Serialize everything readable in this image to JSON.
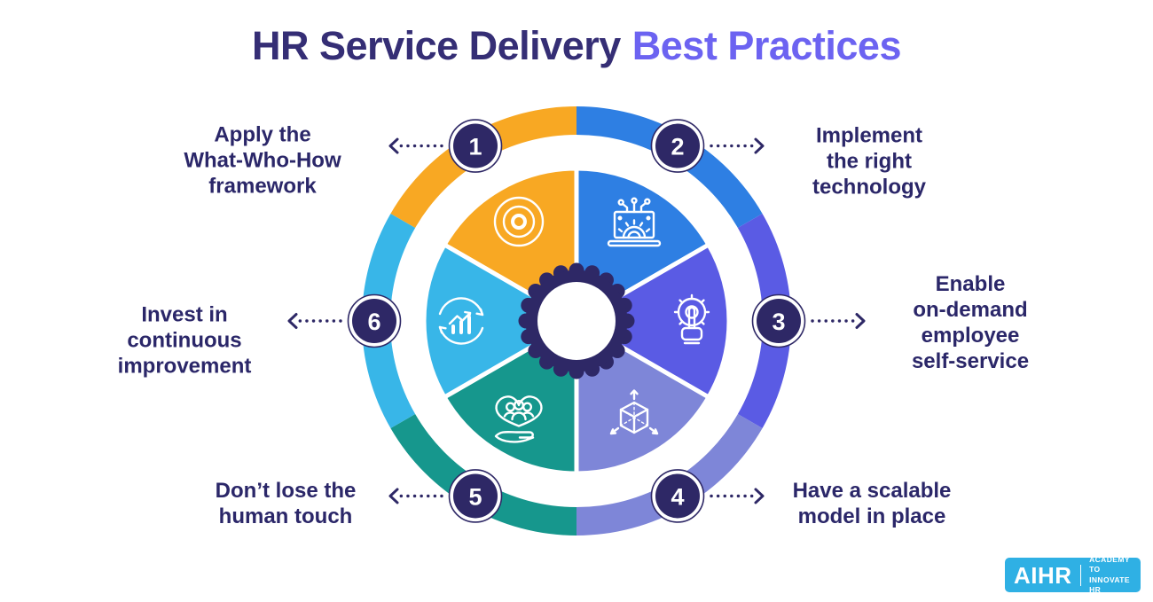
{
  "title": {
    "prefix": "HR Service Delivery",
    "highlight": "Best Practices"
  },
  "colors": {
    "navy": "#2E2866",
    "title_dark": "#352E75",
    "title_accent": "#6C63F1",
    "logo_bg": "#2FB0E4",
    "white": "#FFFFFF"
  },
  "wheel": {
    "segments": [
      {
        "num": "1",
        "label": "Apply the\nWhat-Who-How\nframework",
        "color": "#F8A823",
        "icon": "target-icon"
      },
      {
        "num": "2",
        "label": "Implement\nthe right\ntechnology",
        "color": "#2E7FE3",
        "icon": "laptop-circuit-icon"
      },
      {
        "num": "3",
        "label": "Enable\non-demand\nemployee\nself-service",
        "color": "#5A5BE4",
        "icon": "gear-touch-icon"
      },
      {
        "num": "4",
        "label": "Have a scalable\nmodel in place",
        "color": "#7E86D8",
        "icon": "cube-arrows-icon"
      },
      {
        "num": "5",
        "label": "Don’t lose the\nhuman touch",
        "color": "#16978D",
        "icon": "heart-people-hand-icon"
      },
      {
        "num": "6",
        "label": "Invest in\ncontinuous\nimprovement",
        "color": "#38B6E8",
        "icon": "chart-refresh-icon"
      }
    ]
  },
  "logo": {
    "brand": "AIHR",
    "tagline_line1": "ACADEMY TO",
    "tagline_line2": "INNOVATE HR"
  }
}
